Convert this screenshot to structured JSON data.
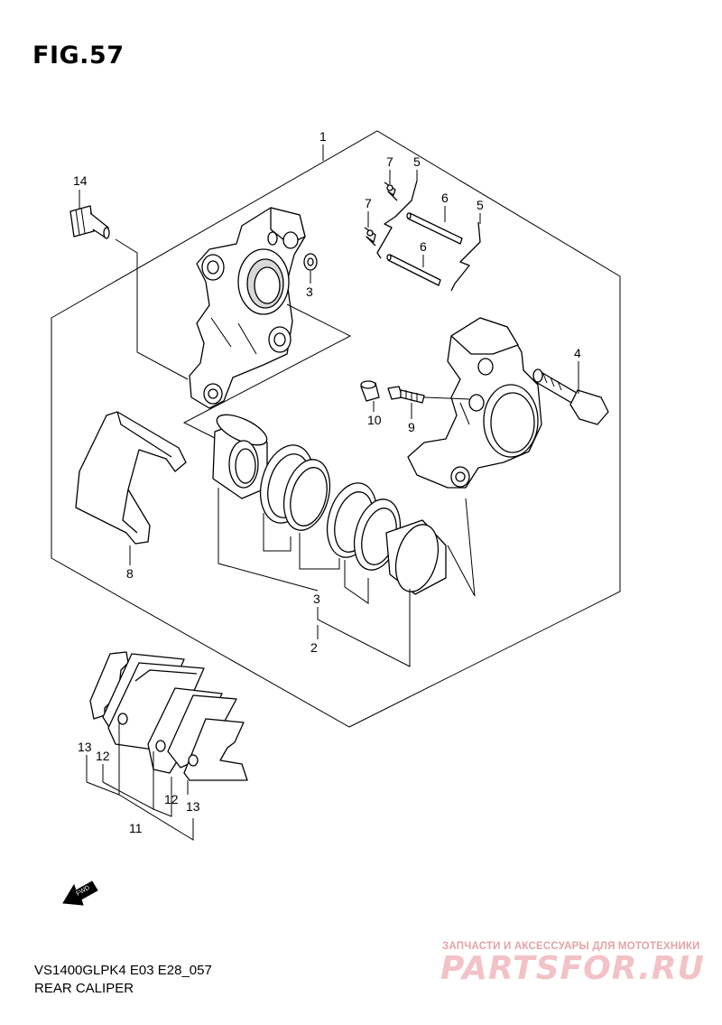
{
  "figure": {
    "title": "FIG.57"
  },
  "callouts": {
    "c1": "1",
    "c2": "2",
    "c3a": "3",
    "c3b": "3",
    "c4": "4",
    "c5a": "5",
    "c5b": "5",
    "c6a": "6",
    "c6b": "6",
    "c7a": "7",
    "c7b": "7",
    "c8": "8",
    "c9": "9",
    "c10": "10",
    "c11": "11",
    "c12a": "12",
    "c12b": "12",
    "c13a": "13",
    "c13b": "13",
    "c14": "14"
  },
  "fwd_arrow": {
    "label": "FWD"
  },
  "footer": {
    "model_code": "VS1400GLPK4 E03 E28_057",
    "caption": "REAR CALIPER"
  },
  "watermark": {
    "tagline": "ЗАПЧАСТИ И АКСЕССУАРЫ ДЛЯ МОТОТЕХНИКИ",
    "logo": "PARTSFOR.RU"
  }
}
